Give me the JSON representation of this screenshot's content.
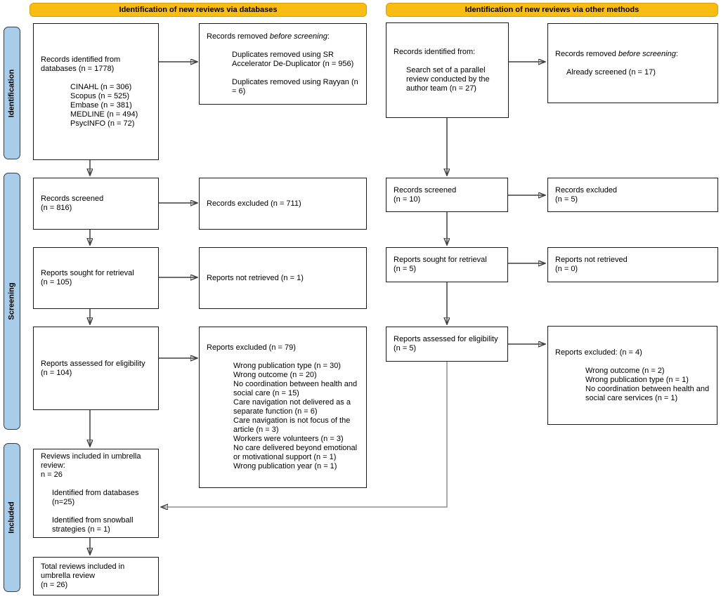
{
  "banners": {
    "left": "Identification of new reviews via databases",
    "right": "Identification of new reviews via other methods"
  },
  "stages": {
    "identification": "Identification",
    "screening": "Screening",
    "included": "Included"
  },
  "colors": {
    "banner_fill": "#F9BC12",
    "banner_border": "#D99E06",
    "stage_fill": "#A9CCE9",
    "stage_border": "#2F3E50"
  },
  "removed_heading": {
    "pre": "Records removed ",
    "em": "before screening",
    "post": ":"
  },
  "db": {
    "identified": {
      "title": [
        "Records identified from",
        "databases (n = 1778)"
      ],
      "sources": [
        "CINAHL (n = 306)",
        "Scopus (n = 525)",
        "Embase (n = 381)",
        "MEDLINE (n = 494)",
        "PsycINFO (n = 72)"
      ]
    },
    "removed_items": [
      "Duplicates removed using SR",
      "Accelerator De-Duplicator (n = 956)",
      "",
      "Duplicates removed using Rayyan (n",
      "= 6)"
    ],
    "screened": [
      "Records screened",
      "(n = 816)"
    ],
    "excluded": [
      "Records excluded (n = 711)"
    ],
    "sought": [
      "Reports sought for retrieval",
      "(n = 105)"
    ],
    "not_retrieved": [
      "Reports not retrieved (n = 1)"
    ],
    "assessed": [
      "Reports assessed for eligibility",
      "(n = 104)"
    ],
    "reports_excluded": {
      "title": [
        "Reports excluded (n = 79)"
      ],
      "reasons": [
        "Wrong publication type (n = 30)",
        "Wrong outcome (n = 20)",
        "No coordination between health and",
        "social care (n = 15)",
        "Care navigation not delivered as a",
        "separate function (n = 6)",
        "Care navigation is not focus of the",
        "article (n = 3)",
        "Workers were volunteers (n = 3)",
        "No care delivered beyond emotional",
        "or motivational support (n = 1)",
        "Wrong publication year (n = 1)"
      ]
    }
  },
  "other": {
    "identified": {
      "title": [
        "Records identified from:"
      ],
      "body": [
        "Search set of a parallel",
        "review conducted by the",
        "author team (n = 27)"
      ]
    },
    "removed_body": [
      "Already screened (n = 17)"
    ],
    "screened": [
      "Records screened",
      "(n = 10)"
    ],
    "excluded": [
      "Records excluded",
      "(n = 5)"
    ],
    "sought": [
      "Reports sought for retrieval",
      "(n = 5)"
    ],
    "not_retrieved": [
      "Reports not retrieved",
      "(n = 0)"
    ],
    "assessed": [
      "Reports assessed for eligibility",
      "(n = 5)"
    ],
    "reports_excluded": {
      "title": [
        "Reports excluded: (n = 4)"
      ],
      "reasons": [
        "Wrong outcome (n = 2)",
        "Wrong publication type (n = 1)",
        "No coordination between health and",
        "social care services (n = 1)"
      ]
    }
  },
  "included": {
    "umbrella": {
      "title": [
        "Reviews included in umbrella",
        "review:",
        "n = 26"
      ],
      "body": [
        "Identified from databases",
        "(n=25)",
        "",
        "Identified from snowball",
        "strategies (n = 1)"
      ]
    },
    "total": [
      "Total reviews included in",
      "umbrella review",
      "(n = 26)"
    ]
  }
}
